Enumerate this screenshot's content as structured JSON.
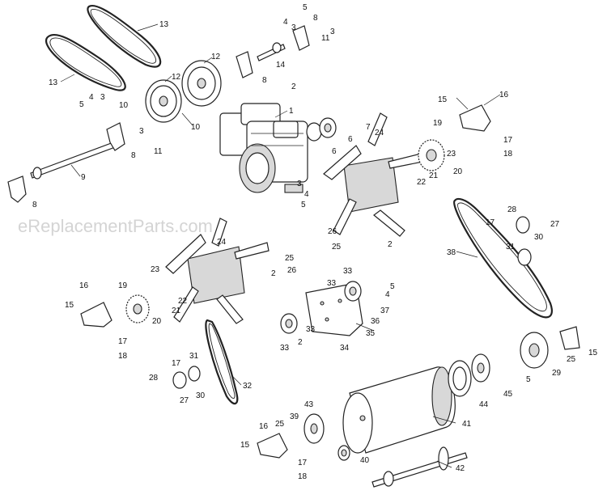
{
  "watermark": "eReplacementParts.com",
  "callouts": [
    {
      "label": "1",
      "anchor": "engine"
    },
    {
      "label": "2",
      "anchor": "shaft-pin"
    },
    {
      "label": "3",
      "anchor": "washer"
    },
    {
      "label": "4",
      "anchor": "nut"
    },
    {
      "label": "5",
      "anchor": "bolt"
    },
    {
      "label": "6",
      "anchor": "engine-pulley"
    },
    {
      "label": "7",
      "anchor": "key"
    },
    {
      "label": "8",
      "anchor": "bearing-bracket"
    },
    {
      "label": "9",
      "anchor": "jackshaft"
    },
    {
      "label": "10",
      "anchor": "set-screw"
    },
    {
      "label": "11",
      "anchor": "small-bolt"
    },
    {
      "label": "12",
      "anchor": "large-pulley"
    },
    {
      "label": "13",
      "anchor": "v-belt"
    },
    {
      "label": "14",
      "anchor": "idler-shaft"
    },
    {
      "label": "15",
      "anchor": "bearing-block"
    },
    {
      "label": "16",
      "anchor": "block-bolt"
    },
    {
      "label": "17",
      "anchor": "lock-washer"
    },
    {
      "label": "18",
      "anchor": "hex-nut"
    },
    {
      "label": "19",
      "anchor": "spacer"
    },
    {
      "label": "20",
      "anchor": "sprocket"
    },
    {
      "label": "21",
      "anchor": "sprocket-spacer"
    },
    {
      "label": "22",
      "anchor": "tine-washer"
    },
    {
      "label": "23",
      "anchor": "tine-pin"
    },
    {
      "label": "24",
      "anchor": "tine-assembly"
    },
    {
      "label": "25",
      "anchor": "flange-nut"
    },
    {
      "label": "26",
      "anchor": "tine-arm"
    },
    {
      "label": "27",
      "anchor": "idler-nut"
    },
    {
      "label": "28",
      "anchor": "idler-washer"
    },
    {
      "label": "29",
      "anchor": "drum-sprocket"
    },
    {
      "label": "30",
      "anchor": "idler-sprocket"
    },
    {
      "label": "31",
      "anchor": "idler-bolt"
    },
    {
      "label": "32",
      "anchor": "drive-chain-left"
    },
    {
      "label": "33",
      "anchor": "flange-bearing"
    },
    {
      "label": "34",
      "anchor": "plate-bolt"
    },
    {
      "label": "35",
      "anchor": "mount-plate"
    },
    {
      "label": "36",
      "anchor": "plate-washer"
    },
    {
      "label": "37",
      "anchor": "plate-nut"
    },
    {
      "label": "38",
      "anchor": "drive-chain-right"
    },
    {
      "label": "39",
      "anchor": "hub-bolts"
    },
    {
      "label": "40",
      "anchor": "drum-bearing"
    },
    {
      "label": "41",
      "anchor": "drum"
    },
    {
      "label": "42",
      "anchor": "drum-axle"
    },
    {
      "label": "43",
      "anchor": "drum-flange"
    },
    {
      "label": "44",
      "anchor": "drum-end-ring"
    },
    {
      "label": "45",
      "anchor": "drum-hub"
    }
  ]
}
